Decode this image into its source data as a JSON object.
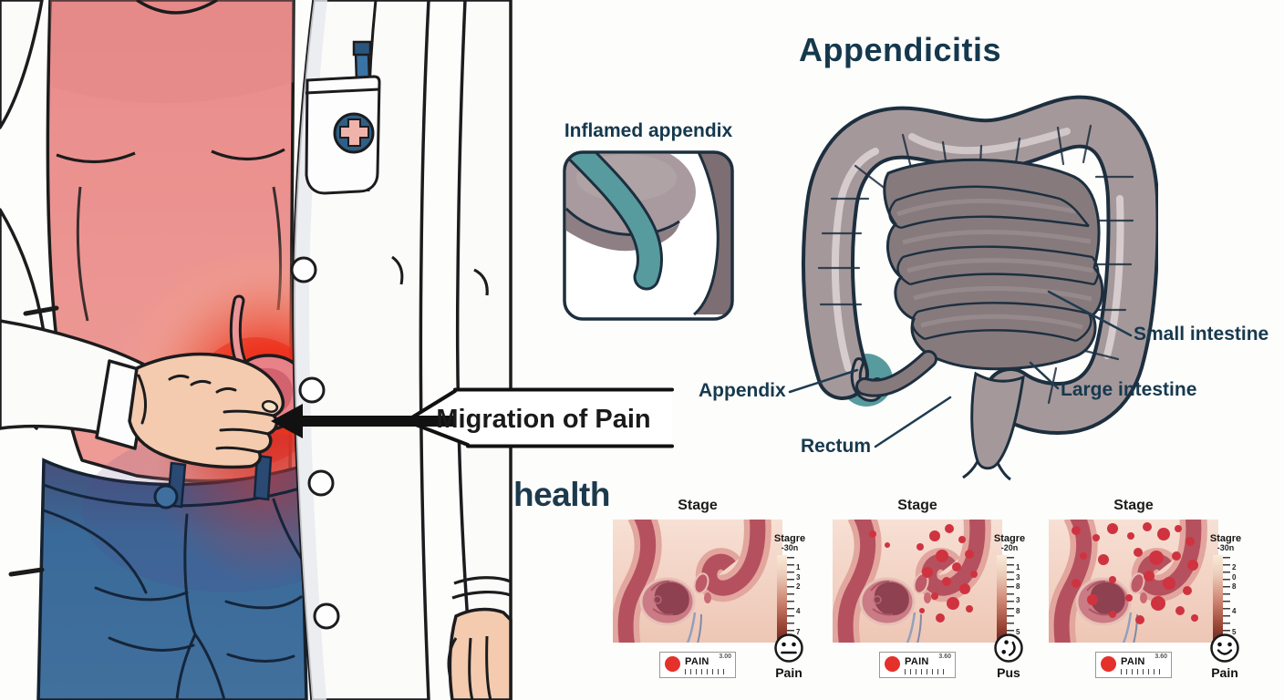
{
  "title": {
    "text": "Appendicitis"
  },
  "callout": {
    "text": "Migration of Pain"
  },
  "inset": {
    "label": "Inflamed appendix"
  },
  "anatomy": {
    "small_intestine": "Small intestine",
    "large_intestine": "Large intestine",
    "appendix": "Appendix",
    "rectum": "Rectum"
  },
  "brand": {
    "text": "health"
  },
  "stages": {
    "panels": [
      {
        "title": "Stage",
        "scale": {
          "title": "Stagre",
          "range": "-30n",
          "ticks": [
            "1",
            "3",
            "2",
            "",
            "4",
            "7"
          ]
        },
        "pain_meter": {
          "label": "PAIN",
          "value": "3.00"
        },
        "face": {
          "icon": "neutral-face-icon",
          "label": "Pain"
        }
      },
      {
        "title": "Stage",
        "scale": {
          "title": "Stagre",
          "range": "-20n",
          "ticks": [
            "1",
            "3",
            "8",
            "3",
            "8",
            "5"
          ]
        },
        "pain_meter": {
          "label": "PAIN",
          "value": "3.60"
        },
        "face": {
          "icon": "sideways-smile-face-icon",
          "label": "Pus"
        }
      },
      {
        "title": "Stage",
        "scale": {
          "title": "Stagre",
          "range": "-30n",
          "ticks": [
            "2",
            "0",
            "8",
            "",
            "4",
            "5"
          ]
        },
        "pain_meter": {
          "label": "PAIN",
          "value": "3.60"
        },
        "face": {
          "icon": "smiley-face-icon",
          "label": "Pain"
        }
      }
    ]
  },
  "colors": {
    "heading_navy": "#15384d",
    "callout_text": "#1a1a1a",
    "shirt_pink": "#ea8f8e",
    "pain_red": "#e8402e",
    "jeans_blue": "#3c6b99",
    "coat_white": "#fbfbfa",
    "large_intestine_taupe": "#a5989b",
    "small_intestine_gray": "#867a7d",
    "appendix_teal": "#579b9e",
    "outline_navy": "#1d2f3e",
    "stage_skin": "#f3d5c6",
    "stage_organ": "#b5515e",
    "pain_dot_red": "#e5312b"
  }
}
